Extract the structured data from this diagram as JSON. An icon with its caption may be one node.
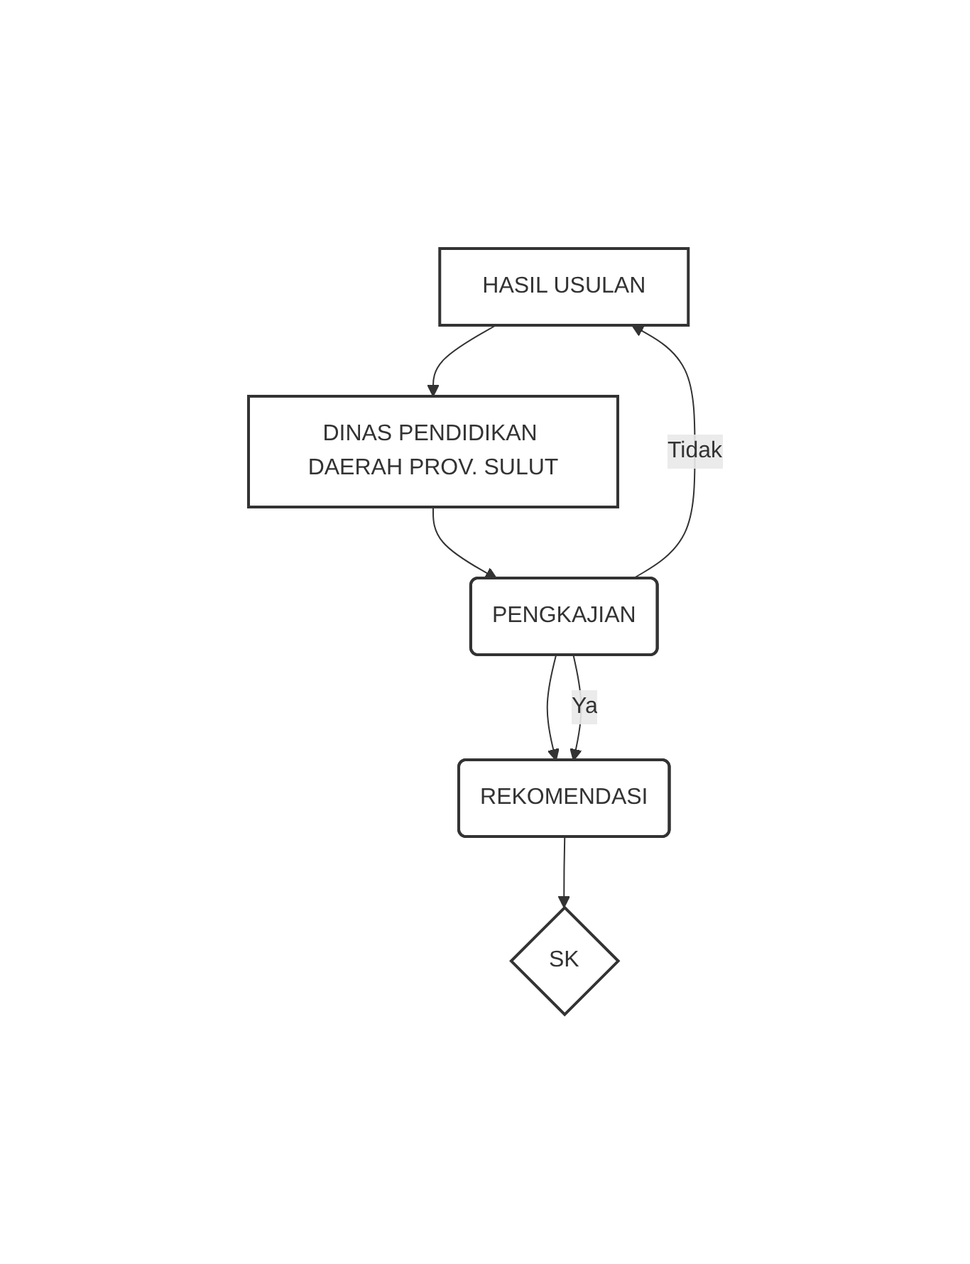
{
  "diagram": {
    "nodes": [
      {
        "text": [
          "HASIL USULAN"
        ]
      },
      {
        "text": [
          "DINAS PENDIDIKAN DAERAH PROV. SULUT"
        ]
      },
      {
        "text": [
          "PENGKAJIAN"
        ]
      },
      {
        "text": [
          "REKOMENDASI"
        ]
      },
      {
        "text": [
          "SK"
        ]
      }
    ],
    "edges": [
      {
        "from": 0,
        "to": 1,
        "arrow": "to"
      },
      {
        "from": 1,
        "to": 2,
        "arrow": "to"
      },
      {
        "from": 2,
        "to": 0,
        "arrow": "to",
        "label": "Tidak"
      },
      {
        "from": 2,
        "to": 3,
        "arrow": "to"
      },
      {
        "from": 2,
        "to": 3,
        "arrow": "to",
        "label": "Ya"
      },
      {
        "from": 3,
        "to": 4,
        "arrow": "to"
      }
    ]
  }
}
